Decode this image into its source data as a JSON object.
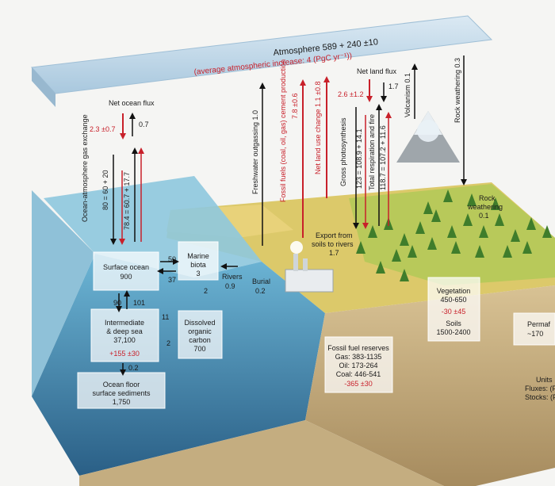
{
  "atmosphere": {
    "title": "Atmosphere 589 + 240 ±10",
    "subtitle": "(average atmospheric increase: 4 (PgC yr⁻¹))"
  },
  "ocean_flux": {
    "title": "Net ocean flux",
    "down": "2.3 ±0.7",
    "up": "0.7",
    "exchange_label": "Ocean-atmosphere gas exchange",
    "down_values": "80 = 60 + 20",
    "up_values": "78.4 = 60.7 + 17.7"
  },
  "vertical_fluxes": {
    "freshwater": "Freshwater outgassing  1.0",
    "fossil_fuels": "Fossil fuels (coal, oil, gas) cement production",
    "fossil_value": "7.8 ±0.6",
    "land_use": "Net land use change",
    "land_use_value": "1.1 ±0.8",
    "net_land_flux": "Net land flux",
    "net_land_down": "2.6 ±1.2",
    "net_land_up": "1.7",
    "photosynthesis": "Gross photosynthesis",
    "photosynthesis_value": "123 = 108.9 + 14.1",
    "respiration": "Total respiration and fire",
    "respiration_value": "118.7 = 107.2 + 11.6",
    "volcanism": "Volcanism  0.1",
    "rock_weathering": "Rock weathering  0.3"
  },
  "ocean": {
    "surface": {
      "name": "Surface ocean",
      "value": "900"
    },
    "marine_biota": {
      "name1": "Marine",
      "name2": "biota",
      "value": "3"
    },
    "intermediate": {
      "name1": "Intermediate",
      "name2": "& deep sea",
      "value": "37,100",
      "change": "+155 ±30"
    },
    "doc": {
      "name1": "Dissolved",
      "name2": "organic",
      "name3": "carbon",
      "value": "700"
    },
    "floor": {
      "name1": "Ocean floor",
      "name2": "surface sediments",
      "value": "1,750"
    },
    "flux_50": "50",
    "flux_37": "37",
    "flux_90": "90",
    "flux_101": "101",
    "flux_11": "11",
    "flux_2a": "2",
    "flux_2b": "2",
    "flux_02": "0.2"
  },
  "rivers": {
    "name": "Rivers",
    "value": "0.9"
  },
  "burial": {
    "name": "Burial",
    "value": "0.2"
  },
  "export": {
    "line1": "Export from",
    "line2": "soils to rivers",
    "value": "1.7"
  },
  "rock_weathering_land": {
    "line1": "Rock",
    "line2": "weathering",
    "value": "0.1"
  },
  "vegetation": {
    "name": "Vegetation",
    "value": "450-650",
    "change": "-30 ±45",
    "soils": "Soils",
    "soils_value": "1500-2400"
  },
  "fossil_reserves": {
    "title": "Fossil fuel reserves",
    "gas": "Gas: 383-1135",
    "oil": "Oil: 173-264",
    "coal": "Coal: 446-541",
    "change": "-365 ±30"
  },
  "permafrost": {
    "name": "Permaf",
    "value": "~170"
  },
  "units": {
    "title": "Units",
    "fluxes": "Fluxes: (P",
    "stocks": "Stocks: (P"
  },
  "colors": {
    "ocean": "#2e7aa6",
    "deep_ocean": "#1d5a80",
    "land": "#e7d27a",
    "forest": "#4f8f2a",
    "red_flux": "#c8202a",
    "atmosphere": "#bcd6e8"
  }
}
